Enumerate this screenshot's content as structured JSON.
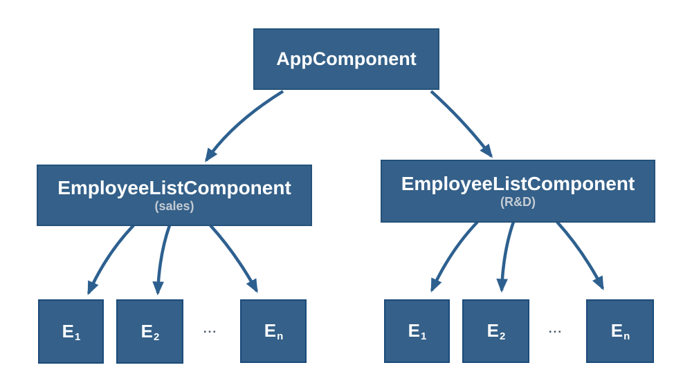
{
  "colors": {
    "box_fill": "#346089",
    "box_border": "#24527a",
    "ebox_border": "#1a4a7a",
    "arrow": "#2d608f",
    "label_text": "#ffffff",
    "sublabel_text": "#c5cbd3",
    "ellipsis_text": "#3f5063",
    "bg": "#ffffff"
  },
  "nodes": {
    "app": {
      "label": "AppComponent"
    },
    "sales_list": {
      "label": "EmployeeListComponent",
      "sublabel": "(sales)"
    },
    "rnd_list": {
      "label": "EmployeeListComponent",
      "sublabel": "(R&D)"
    },
    "sales_employees": [
      {
        "base": "E",
        "sub": "1"
      },
      {
        "base": "E",
        "sub": "2"
      },
      {
        "base": "E",
        "sub": "n"
      }
    ],
    "rnd_employees": [
      {
        "base": "E",
        "sub": "1"
      },
      {
        "base": "E",
        "sub": "2"
      },
      {
        "base": "E",
        "sub": "n"
      }
    ],
    "ellipsis": "..."
  }
}
